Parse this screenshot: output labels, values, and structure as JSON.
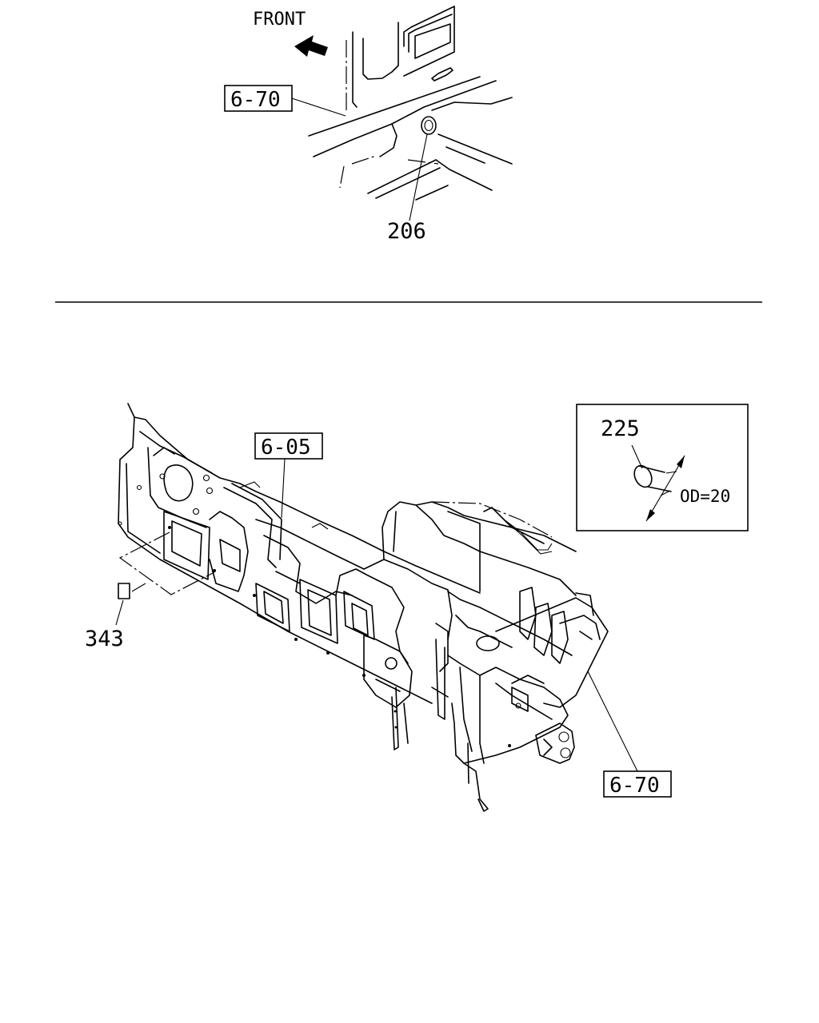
{
  "front_label": "FRONT",
  "top_view": {
    "ref_box": "6-70",
    "part_number": "206"
  },
  "bottom_view": {
    "ref_box_upper": "6-05",
    "ref_box_lower": "6-70",
    "part_number_left": "343"
  },
  "detail_inset": {
    "part_number": "225",
    "dimension": "OD=20"
  }
}
